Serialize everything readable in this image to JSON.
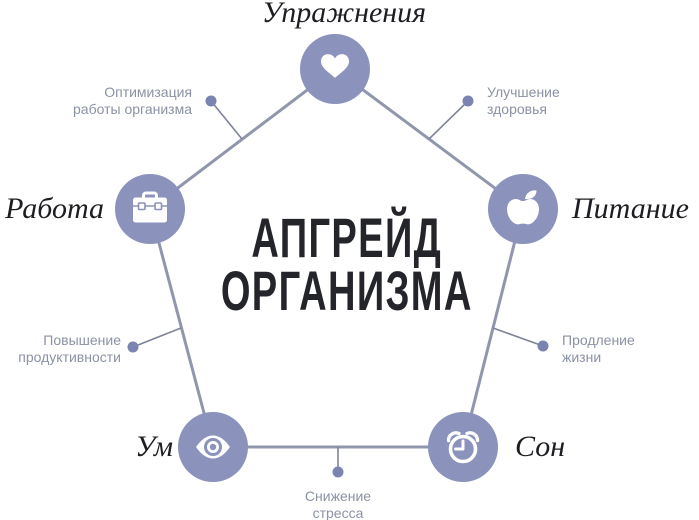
{
  "title": {
    "line1": "АПГРЕЙД",
    "line2": "ОРГАНИЗМА"
  },
  "nodes": [
    {
      "label": "Упражнения",
      "icon": "heart-icon"
    },
    {
      "label": "Питание",
      "icon": "apple-icon"
    },
    {
      "label": "Сон",
      "icon": "alarm-clock-icon"
    },
    {
      "label": "Ум",
      "icon": "eye-icon"
    },
    {
      "label": "Работа",
      "icon": "briefcase-icon"
    }
  ],
  "edge_labels": [
    {
      "between": "Упражнения–Работа",
      "lines": [
        "Оптимизация",
        "работы организма"
      ]
    },
    {
      "between": "Упражнения–Питание",
      "lines": [
        "Улучшение",
        "здоровья"
      ]
    },
    {
      "between": "Работа–Ум",
      "lines": [
        "Повышение",
        "продуктивности"
      ]
    },
    {
      "between": "Питание–Сон",
      "lines": [
        "Продление",
        "жизни"
      ]
    },
    {
      "between": "Ум–Сон",
      "lines": [
        "Снижение",
        "стресса"
      ]
    }
  ],
  "colors": {
    "node": "#8b92bc",
    "line": "#9096ac",
    "connector": "#7e8496",
    "dot": "#7b83b1",
    "label": "#8b92a4",
    "title": "#24252b"
  }
}
